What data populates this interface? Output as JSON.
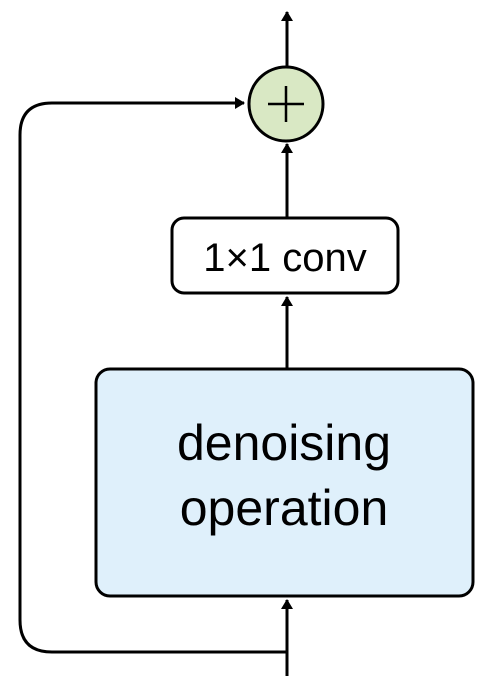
{
  "nodes": {
    "conv": {
      "label": "1×1 conv"
    },
    "denoise": {
      "line1": "denoising",
      "line2": "operation"
    },
    "add": {
      "symbol": "+"
    }
  },
  "colors": {
    "denoise_fill": "#dff0fb",
    "add_fill": "#d9e8c4",
    "stroke": "#000000"
  }
}
